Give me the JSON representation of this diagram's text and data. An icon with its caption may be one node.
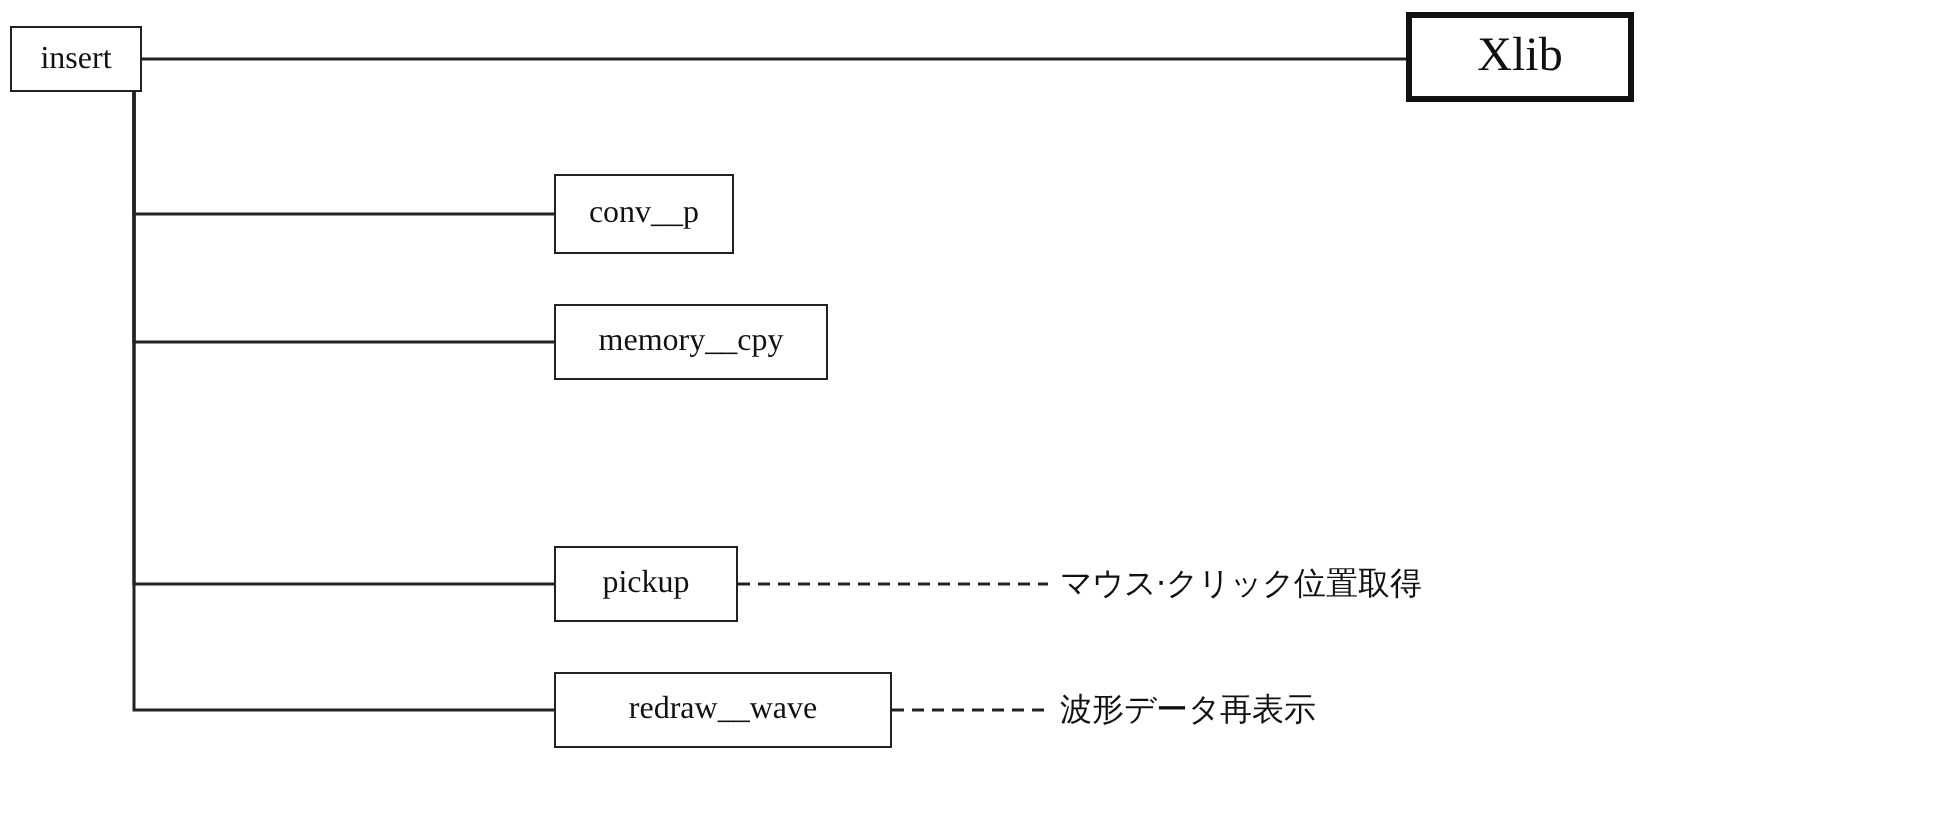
{
  "diagram": {
    "nodes": [
      {
        "text": [
          "insert"
        ]
      },
      {
        "text": [
          "Xlib"
        ]
      },
      {
        "text": [
          "conv__p"
        ]
      },
      {
        "text": [
          "memory__cpy"
        ]
      },
      {
        "text": [
          "pickup"
        ]
      },
      {
        "text": [
          "redraw__wave"
        ]
      },
      {
        "text": [
          "マウス·クリック位置取得"
        ]
      },
      {
        "text": [
          "波形データ再表示"
        ]
      }
    ],
    "edges": [
      {
        "from": 0,
        "to": 1,
        "arrow": "none"
      },
      {
        "from": 0,
        "to": 2,
        "arrow": "none"
      },
      {
        "from": 0,
        "to": 3,
        "arrow": "none"
      },
      {
        "from": 0,
        "to": 4,
        "arrow": "none"
      },
      {
        "from": 0,
        "to": 5,
        "arrow": "none"
      },
      {
        "from": 4,
        "to": 6,
        "arrow": "none",
        "style": "dashed"
      },
      {
        "from": 5,
        "to": 7,
        "arrow": "none",
        "style": "dashed"
      }
    ]
  }
}
